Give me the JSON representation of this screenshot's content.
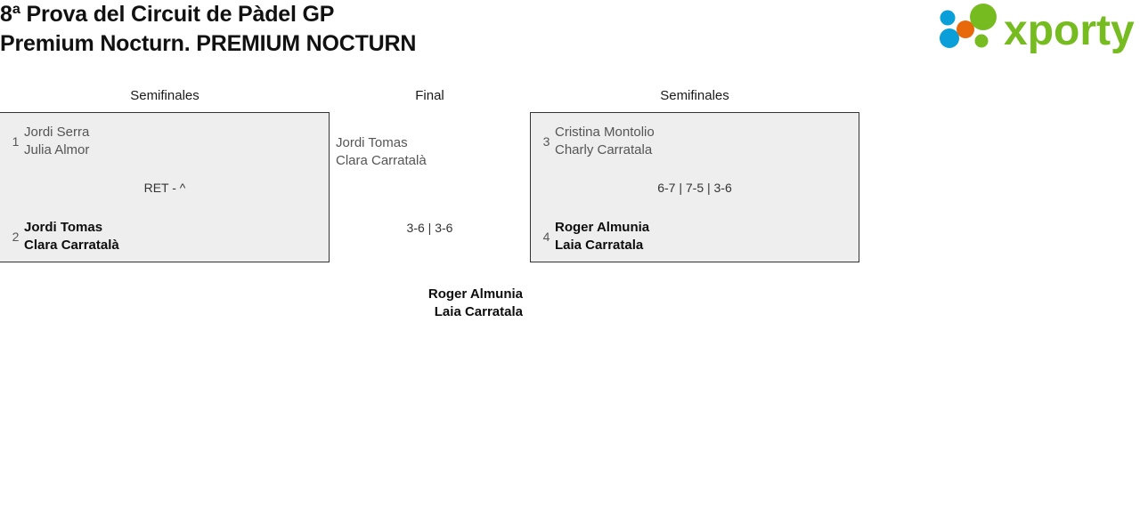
{
  "header": {
    "title": "8ª Prova del Circuit de Pàdel GP\nPremium Nocturn. PREMIUM NOCTURN",
    "brand": "xporty",
    "brand_colors": {
      "green": "#76bc21",
      "orange": "#e8690b",
      "blue": "#0a9fd8"
    }
  },
  "rounds": [
    {
      "id": "semifinals-left",
      "label": "Semifinales"
    },
    {
      "id": "final",
      "label": "Final"
    },
    {
      "id": "semifinals-right",
      "label": "Semifinales"
    }
  ],
  "bracket": {
    "semifinal_left": {
      "top_team": {
        "seed": "1",
        "names": "Jordi Serra\nJulia Almor",
        "result": "loser"
      },
      "bottom_team": {
        "seed": "2",
        "names": "Jordi Tomas\nClara Carratalà",
        "result": "winner"
      },
      "score": "RET - ^"
    },
    "semifinal_right": {
      "top_team": {
        "seed": "3",
        "names": "Cristina Montolio\nCharly Carratala",
        "result": "loser"
      },
      "bottom_team": {
        "seed": "4",
        "names": "Roger Almunia\nLaia Carratala",
        "result": "winner"
      },
      "score": "6-7 | 7-5 | 3-6"
    },
    "final": {
      "top_team": {
        "names": "Jordi Tomas\nClara Carratalà",
        "result": "loser"
      },
      "champion": {
        "names": "Roger Almunia\nLaia Carratala",
        "result": "winner"
      },
      "score": "3-6 | 3-6"
    }
  }
}
